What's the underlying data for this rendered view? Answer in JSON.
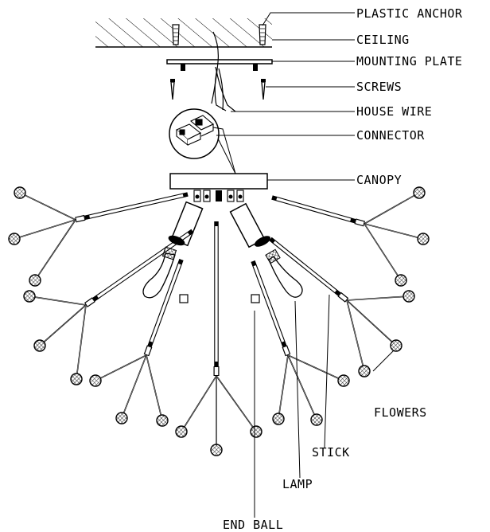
{
  "labels": {
    "plastic_anchor": "PLASTIC ANCHOR",
    "ceiling": "CEILING",
    "mounting_plate": "MOUNTING PLATE",
    "screws": "SCREWS",
    "house_wire": "HOUSE WIRE",
    "connector": "CONNECTOR",
    "canopy": "CANOPY",
    "flowers": "FLOWERS",
    "stick": "STICK",
    "lamp": "LAMP",
    "end_ball": "END BALL"
  },
  "colors": {
    "line": "#000000",
    "background": "#ffffff"
  }
}
